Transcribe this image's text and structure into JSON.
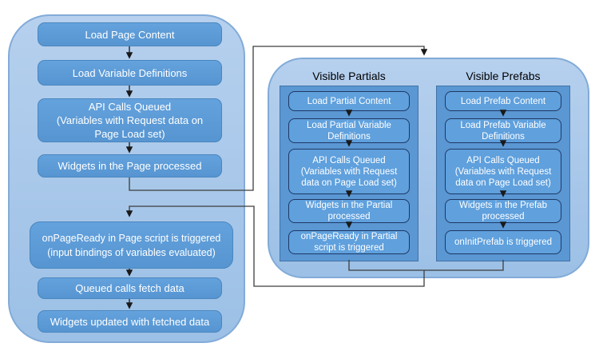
{
  "colors": {
    "outer_container_fill_top": "#B6D0EE",
    "outer_container_fill_bottom": "#9CC0E6",
    "outer_container_border": "#82ABD8",
    "page_step_fill": "#5B9BD5",
    "page_step_border": "#4A86BE",
    "column_fill": "#5A97D3",
    "inner_step_fill": "#5FA0DD",
    "inner_step_border": "#1F3864",
    "connector_line": "#3D3D3D",
    "arrowhead": "#1A1A1A",
    "step_text": "#FFFFFF",
    "column_label_text": "#000000"
  },
  "page_flow": {
    "steps": [
      {
        "text": "Load Page Content"
      },
      {
        "text": "Load Variable Definitions"
      },
      {
        "text": "API Calls Queued\n(Variables with Request data on\nPage Load set)"
      },
      {
        "text": "Widgets in the Page processed"
      },
      {
        "text": "onPageReady in Page script is triggered\n(input bindings of variables evaluated)"
      },
      {
        "text": "Queued calls fetch data"
      },
      {
        "text": "Widgets updated with fetched data"
      }
    ]
  },
  "partials": {
    "label": "Visible Partials",
    "steps": [
      {
        "text": "Load Partial Content"
      },
      {
        "text": "Load Partial Variable\nDefinitions"
      },
      {
        "text": "API Calls Queued\n(Variables with Request\ndata on Page Load set)"
      },
      {
        "text": "Widgets in the Partial\nprocessed"
      },
      {
        "text": "onPageReady in Partial\nscript is triggered"
      }
    ]
  },
  "prefabs": {
    "label": "Visible Prefabs",
    "steps": [
      {
        "text": "Load Prefab Content"
      },
      {
        "text": "Load Prefab Variable\nDefinitions"
      },
      {
        "text": "API Calls Queued\n(Variables with Request\ndata on Page Load set)"
      },
      {
        "text": "Widgets in the Prefab\nprocessed"
      },
      {
        "text": "onInitPrefab is triggered"
      }
    ]
  }
}
